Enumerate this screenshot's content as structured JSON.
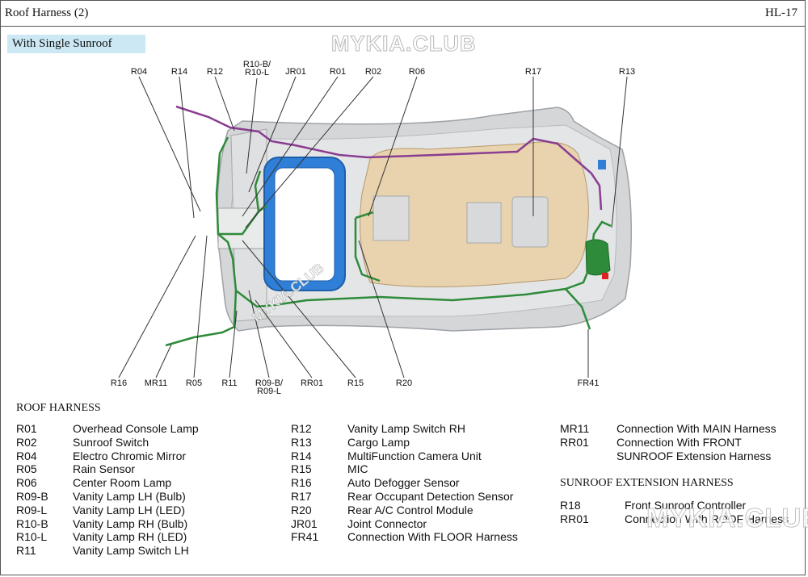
{
  "header": {
    "title": "Roof Harness (2)",
    "page": "HL-17"
  },
  "subtitle": "With Single Sunroof",
  "watermarks": {
    "top": "MYKIA.CLUB",
    "diagonal": "MYKIA.CLUB",
    "bottom": "MYKIA.CLUB"
  },
  "callouts": {
    "top": [
      "R04",
      "R14",
      "R12",
      "R10-B/",
      "R10-L",
      "JR01",
      "R01",
      "R02",
      "R06",
      "R17",
      "R13"
    ],
    "bottom": [
      "R16",
      "MR11",
      "R05",
      "R11",
      "R09-B/",
      "R09-L",
      "RR01",
      "R15",
      "R20",
      "FR41"
    ]
  },
  "colors": {
    "harness_green": "#2e8b3a",
    "extension_purple": "#8a3d91",
    "sunroof_blue": "#2f7fd8",
    "trim_tan": "#e8d3ae",
    "headliner_gray": "#d4d6d8",
    "subtitle_bg": "#cce8f4"
  },
  "legend": {
    "roof_harness_title": "ROOF HARNESS",
    "col1": [
      {
        "code": "R01",
        "desc": "Overhead Console Lamp"
      },
      {
        "code": "R02",
        "desc": "Sunroof Switch"
      },
      {
        "code": "R04",
        "desc": "Electro Chromic Mirror"
      },
      {
        "code": "R05",
        "desc": "Rain Sensor"
      },
      {
        "code": "R06",
        "desc": "Center Room Lamp"
      },
      {
        "code": "R09-B",
        "desc": "Vanity Lamp LH (Bulb)"
      },
      {
        "code": "R09-L",
        "desc": "Vanity Lamp LH (LED)"
      },
      {
        "code": "R10-B",
        "desc": "Vanity Lamp RH (Bulb)"
      },
      {
        "code": "R10-L",
        "desc": "Vanity Lamp RH (LED)"
      },
      {
        "code": "R11",
        "desc": "Vanity Lamp Switch LH"
      }
    ],
    "col2": [
      {
        "code": "R12",
        "desc": "Vanity Lamp Switch RH"
      },
      {
        "code": "R13",
        "desc": "Cargo Lamp"
      },
      {
        "code": "R14",
        "desc": "MultiFunction Camera Unit"
      },
      {
        "code": "R15",
        "desc": "MIC"
      },
      {
        "code": "R16",
        "desc": "Auto Defogger Sensor"
      },
      {
        "code": "R17",
        "desc": "Rear Occupant Detection Sensor"
      },
      {
        "code": "R20",
        "desc": "Rear A/C Control Module"
      },
      {
        "code": "JR01",
        "desc": "Joint Connector"
      },
      {
        "code": "FR41",
        "desc": "Connection With FLOOR Harness"
      }
    ],
    "col3": [
      {
        "code": "MR11",
        "desc": "Connection With MAIN Harness"
      },
      {
        "code": "RR01",
        "desc": "Connection With FRONT"
      },
      {
        "code": "",
        "desc": "SUNROOF Extension Harness"
      }
    ],
    "sunroof_ext_title": "SUNROOF EXTENSION HARNESS",
    "col3b": [
      {
        "code": "R18",
        "desc": "Front Sunroof Controller"
      },
      {
        "code": "RR01",
        "desc": "Connection With ROOF Harness"
      }
    ]
  }
}
